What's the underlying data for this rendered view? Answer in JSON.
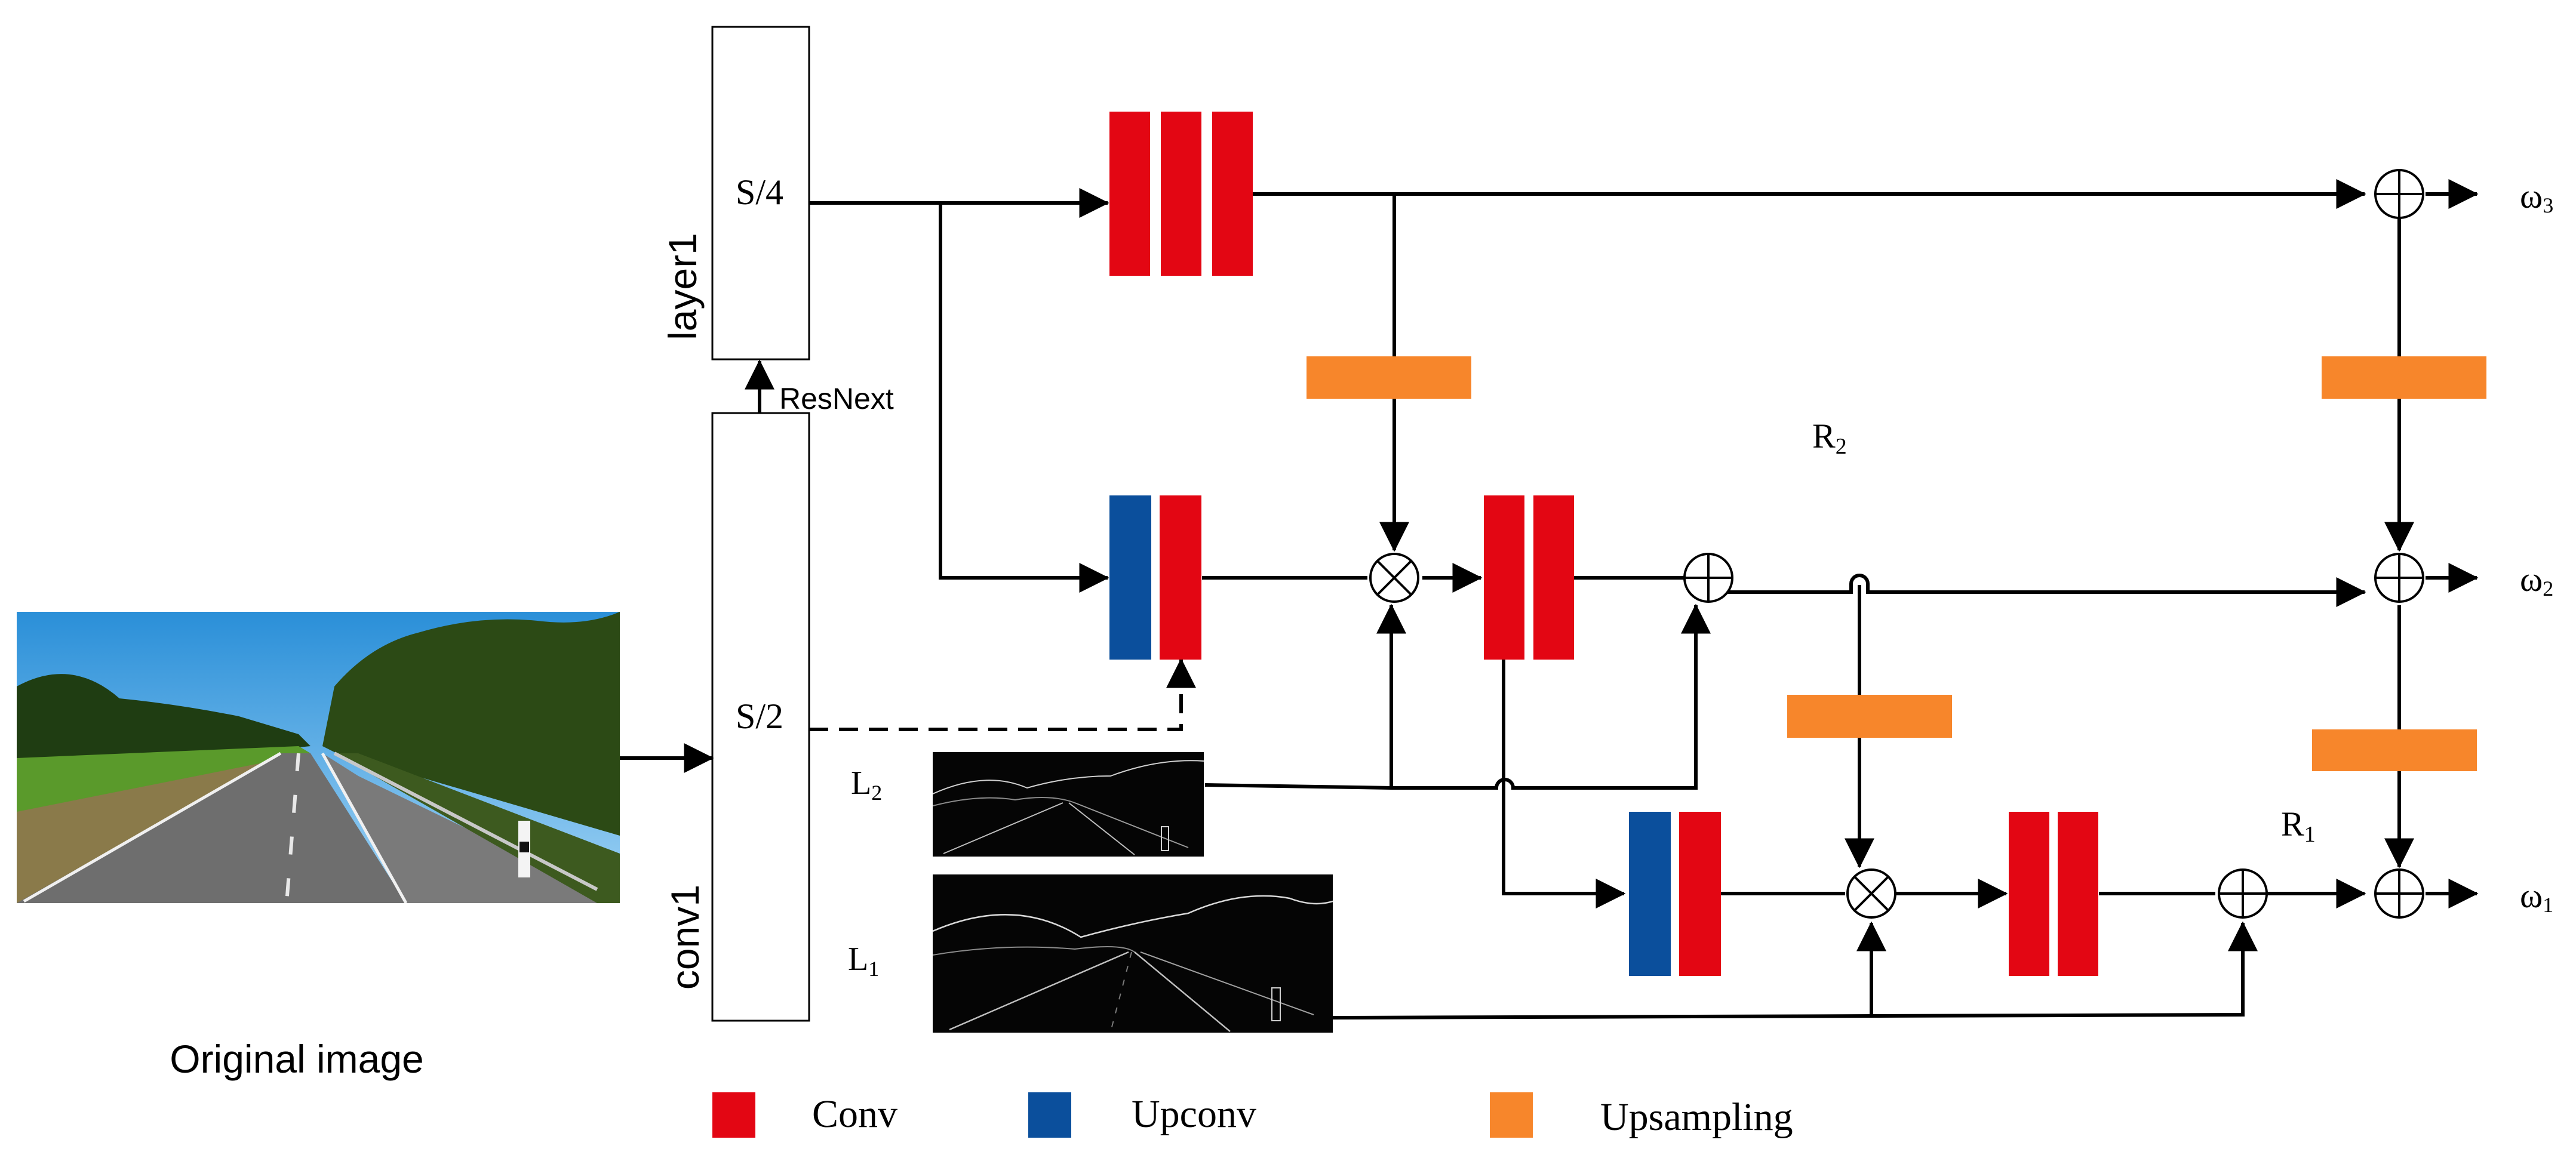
{
  "labels": {
    "original_image": "Original image",
    "stage_s4": "S/4",
    "stage_s2": "S/2",
    "layer1": "layer1",
    "conv1": "conv1",
    "resnext": "ResNext",
    "r2_base": "R",
    "r2_sub": "2",
    "r1_base": "R",
    "r1_sub": "1",
    "l2_base": "L",
    "l2_sub": "2",
    "l1_base": "L",
    "l1_sub": "1",
    "w3_base": "ω",
    "w3_sub": "3",
    "w2_base": "ω",
    "w2_sub": "2",
    "w1_base": "ω",
    "w1_sub": "1"
  },
  "legend": {
    "conv": "Conv",
    "upconv": "Upconv",
    "upsampling": "Upsampling"
  },
  "colors": {
    "conv": "#e30613",
    "upconv": "#0b4f9c",
    "upsampling": "#f7862b",
    "line": "#000000"
  }
}
